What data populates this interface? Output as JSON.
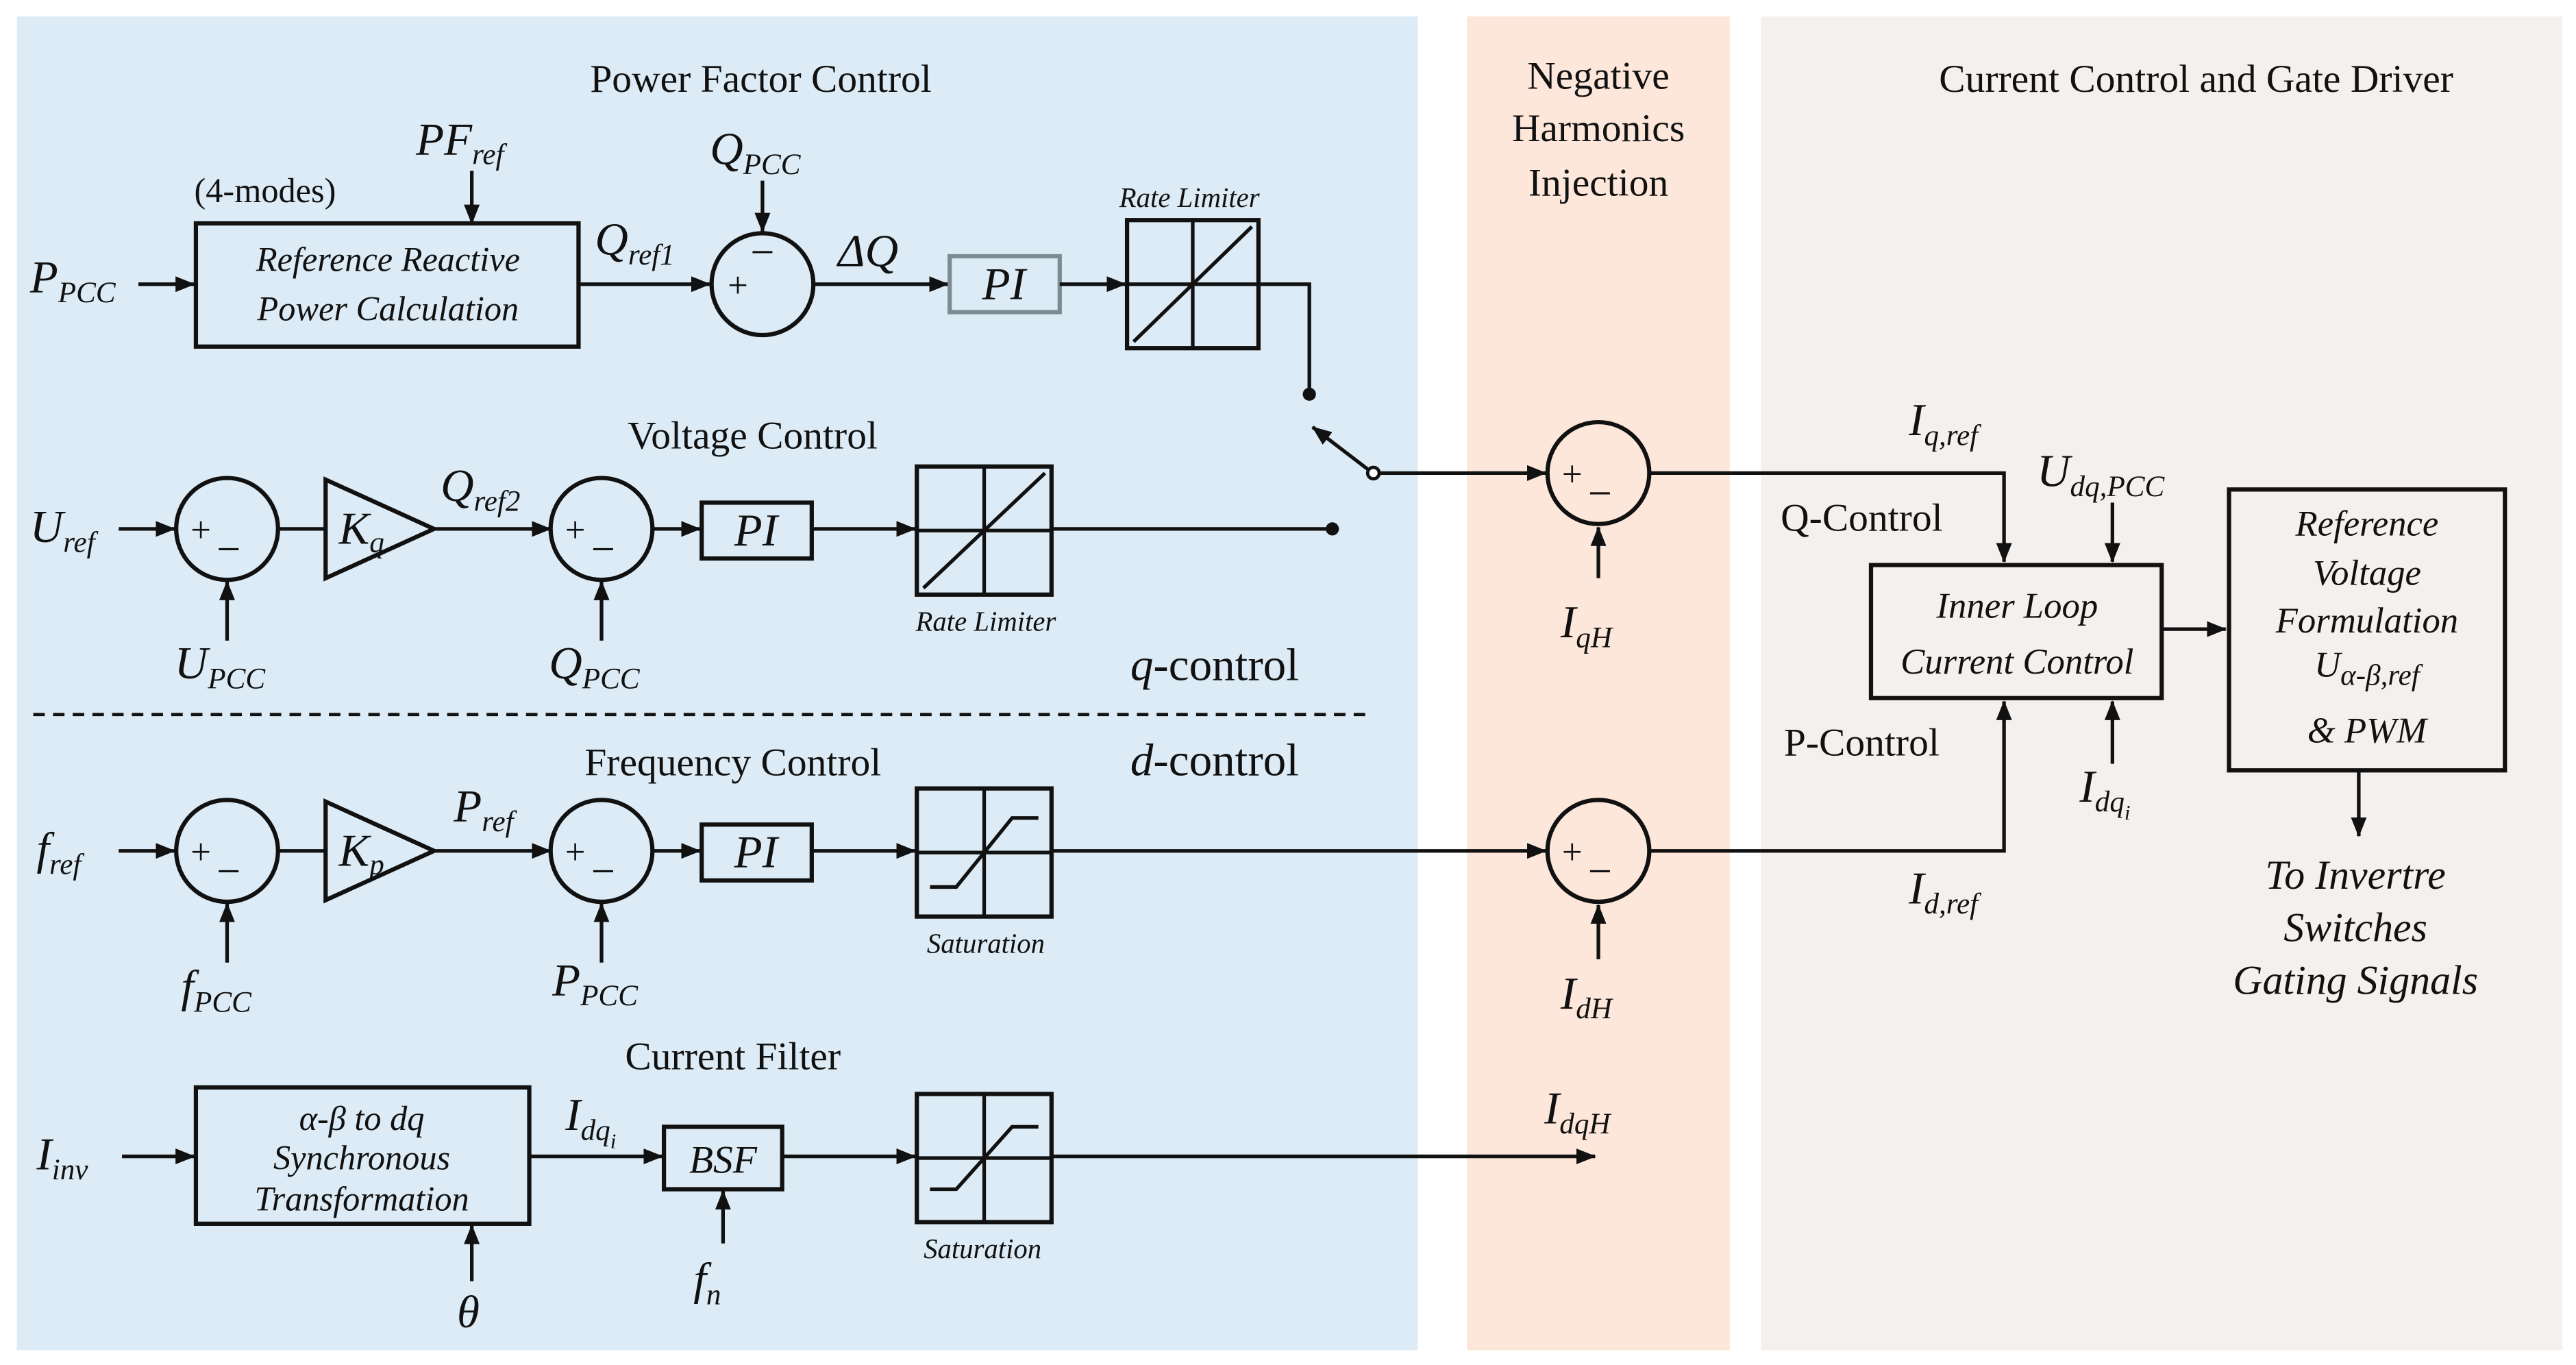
{
  "colors": {
    "left_panel": "#dcebf5",
    "middle_panel": "#fde7da",
    "right_panel": "#f4f0ed",
    "pi_box_top": "#7d8b95"
  },
  "signs": {
    "plus": "+",
    "minus": "−"
  },
  "panel_titles": {
    "power_factor": "Power Factor Control",
    "harmonics": [
      "Negative",
      "Harmonics",
      "Injection"
    ],
    "current_control": "Current Control and Gate Driver"
  },
  "power_factor": {
    "modes": "(4-modes)",
    "pf_ref": {
      "main": "PF",
      "sub": "ref"
    },
    "p_pcc": {
      "main": "P",
      "sub": "PCC"
    },
    "block": [
      "Reference Reactive",
      "Power Calculation"
    ],
    "q_ref1": {
      "main": "Q",
      "sub": "ref1"
    },
    "q_pcc": {
      "main": "Q",
      "sub": "PCC"
    },
    "delta_q": "ΔQ",
    "pi": "PI",
    "rate_limiter": "Rate Limiter"
  },
  "voltage_control": {
    "title": "Voltage Control",
    "u_ref": {
      "main": "U",
      "sub": "ref"
    },
    "u_pcc": {
      "main": "U",
      "sub": "PCC"
    },
    "gain": {
      "main": "K",
      "sub": "q"
    },
    "q_ref2": {
      "main": "Q",
      "sub": "ref2"
    },
    "q_pcc": {
      "main": "Q",
      "sub": "PCC"
    },
    "pi": "PI",
    "rate_limiter": "Rate Limiter"
  },
  "q_control": {
    "var": "q",
    "text": "-control"
  },
  "d_control": {
    "var": "d",
    "text": "-control"
  },
  "frequency_control": {
    "title": "Frequency Control",
    "f_ref": {
      "main": "f",
      "sub": "ref"
    },
    "f_pcc": {
      "main": "f",
      "sub": "PCC"
    },
    "gain": {
      "main": "K",
      "sub": "p"
    },
    "p_ref": {
      "main": "P",
      "sub": "ref"
    },
    "p_pcc": {
      "main": "P",
      "sub": "PCC"
    },
    "pi": "PI",
    "saturation": "Saturation"
  },
  "current_filter": {
    "title": "Current Filter",
    "i_inv": {
      "main": "I",
      "sub": "inv"
    },
    "block": [
      "α-β to dq",
      "Synchronous",
      "Transformation"
    ],
    "theta": "θ",
    "i_dqi": {
      "main": "I",
      "sub": "dq",
      "subsub": "i"
    },
    "bsf": "BSF",
    "f_n": {
      "main": "f",
      "sub": "n"
    },
    "saturation": "Saturation",
    "i_dqh": {
      "main": "I",
      "sub": "dqH"
    }
  },
  "harmonics": {
    "i_qh": {
      "main": "I",
      "sub": "qH"
    },
    "i_dh": {
      "main": "I",
      "sub": "dH"
    }
  },
  "current_control": {
    "i_q_ref": {
      "main": "I",
      "sub": "q,ref"
    },
    "u_dq_pcc": {
      "main": "U",
      "sub": "dq,PCC"
    },
    "q_control": "Q-Control",
    "p_control": "P-Control",
    "inner_loop": [
      "Inner Loop",
      "Current Control"
    ],
    "i_dqi": {
      "main": "I",
      "sub": "dq",
      "subsub": "i"
    },
    "i_d_ref": {
      "main": "I",
      "sub": "d,ref"
    },
    "ref_voltage": {
      "lines": [
        "Reference",
        "Voltage",
        "Formulation"
      ],
      "u_ab_ref": {
        "main": "U",
        "sub": "α-β,ref"
      },
      "pwm": "& PWM"
    },
    "output": [
      "To Invertre",
      "Switches",
      "Gating Signals"
    ]
  }
}
